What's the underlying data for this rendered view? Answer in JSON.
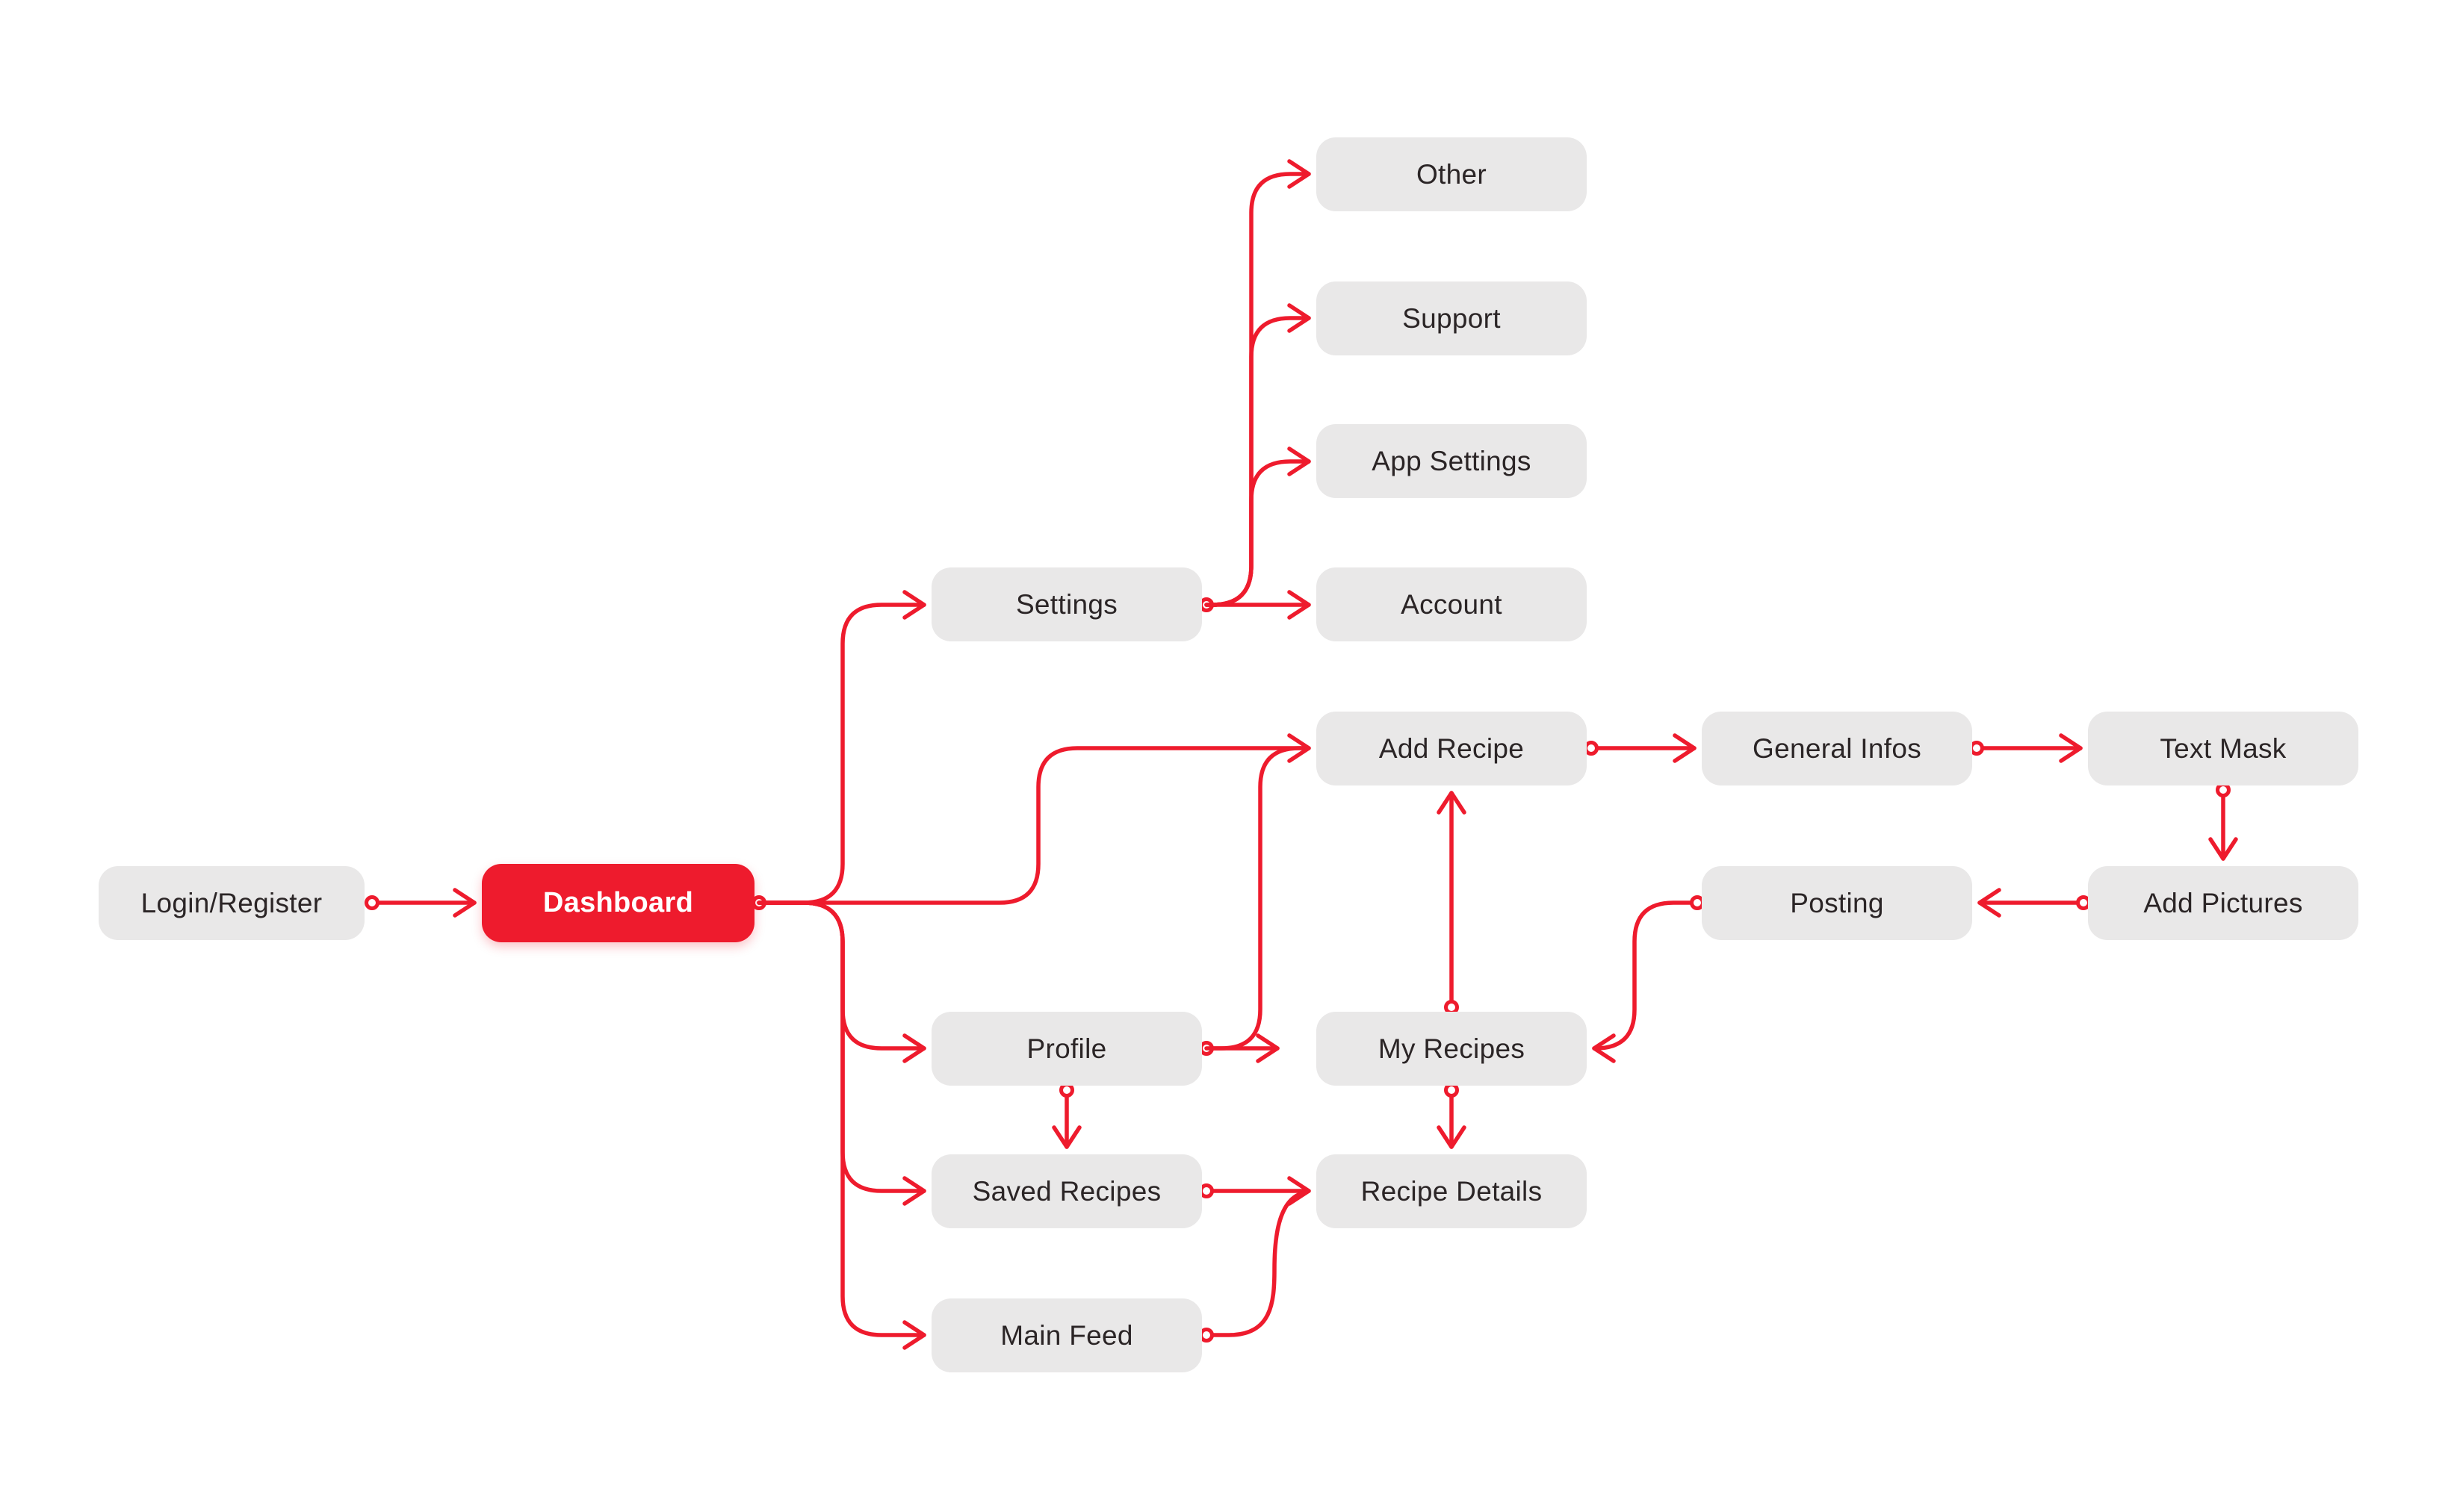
{
  "diagram": {
    "type": "app-navigation-flowchart",
    "colors": {
      "accent_red": "#ee1b2d",
      "node_background": "#e9e8e8",
      "node_text": "#2b2526",
      "dashboard_background": "#ee1b2d",
      "dashboard_text": "#ffffff",
      "canvas_background": "#ffffff"
    },
    "nodes": {
      "login": {
        "label": "Login/Register"
      },
      "dashboard": {
        "label": "Dashboard"
      },
      "settings": {
        "label": "Settings"
      },
      "other": {
        "label": "Other"
      },
      "support": {
        "label": "Support"
      },
      "app_settings": {
        "label": "App Settings"
      },
      "account": {
        "label": "Account"
      },
      "add_recipe": {
        "label": "Add Recipe"
      },
      "general_infos": {
        "label": "General Infos"
      },
      "text_mask": {
        "label": "Text Mask"
      },
      "posting": {
        "label": "Posting"
      },
      "add_pictures": {
        "label": "Add Pictures"
      },
      "profile": {
        "label": "Profile"
      },
      "my_recipes": {
        "label": "My Recipes"
      },
      "saved_recipes": {
        "label": "Saved Recipes"
      },
      "recipe_details": {
        "label": "Recipe Details"
      },
      "main_feed": {
        "label": "Main Feed"
      }
    },
    "edges": [
      {
        "from": "login",
        "to": "dashboard"
      },
      {
        "from": "dashboard",
        "to": "settings"
      },
      {
        "from": "dashboard",
        "to": "add_recipe"
      },
      {
        "from": "dashboard",
        "to": "profile"
      },
      {
        "from": "dashboard",
        "to": "saved_recipes"
      },
      {
        "from": "dashboard",
        "to": "main_feed"
      },
      {
        "from": "settings",
        "to": "account"
      },
      {
        "from": "settings",
        "to": "app_settings"
      },
      {
        "from": "settings",
        "to": "support"
      },
      {
        "from": "settings",
        "to": "other"
      },
      {
        "from": "add_recipe",
        "to": "general_infos"
      },
      {
        "from": "general_infos",
        "to": "text_mask"
      },
      {
        "from": "text_mask",
        "to": "add_pictures"
      },
      {
        "from": "add_pictures",
        "to": "posting"
      },
      {
        "from": "posting",
        "to": "my_recipes"
      },
      {
        "from": "my_recipes",
        "to": "add_recipe"
      },
      {
        "from": "my_recipes",
        "to": "recipe_details"
      },
      {
        "from": "profile",
        "to": "my_recipes"
      },
      {
        "from": "profile",
        "to": "add_recipe"
      },
      {
        "from": "profile",
        "to": "saved_recipes"
      },
      {
        "from": "saved_recipes",
        "to": "recipe_details"
      },
      {
        "from": "main_feed",
        "to": "recipe_details"
      }
    ]
  }
}
